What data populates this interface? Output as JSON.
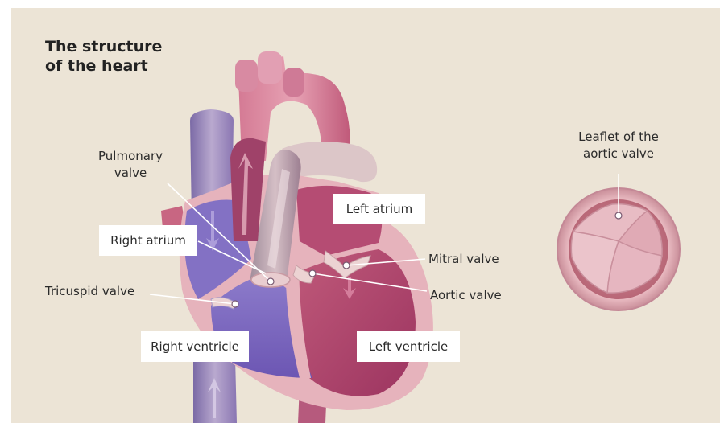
{
  "title_lines": [
    "The structure",
    "of the heart"
  ],
  "labels": {
    "pulmonary_valve": [
      "Pulmonary",
      "valve"
    ],
    "right_atrium": "Right atrium",
    "tricuspid_valve": "Tricuspid valve",
    "right_ventricle": "Right ventricle",
    "left_atrium": "Left atrium",
    "mitral_valve": "Mitral valve",
    "aortic_valve": "Aortic valve",
    "left_ventricle": "Left ventricle",
    "aortic_leaflet": [
      "Leaflet of the",
      "aortic valve"
    ]
  },
  "colors": {
    "background": "#ece4d6",
    "right_side_blue": "#7d6bc0",
    "left_side_red": "#b1466b",
    "heart_pink": "#c9607f",
    "valve_tissue": "#e8c6c8"
  }
}
